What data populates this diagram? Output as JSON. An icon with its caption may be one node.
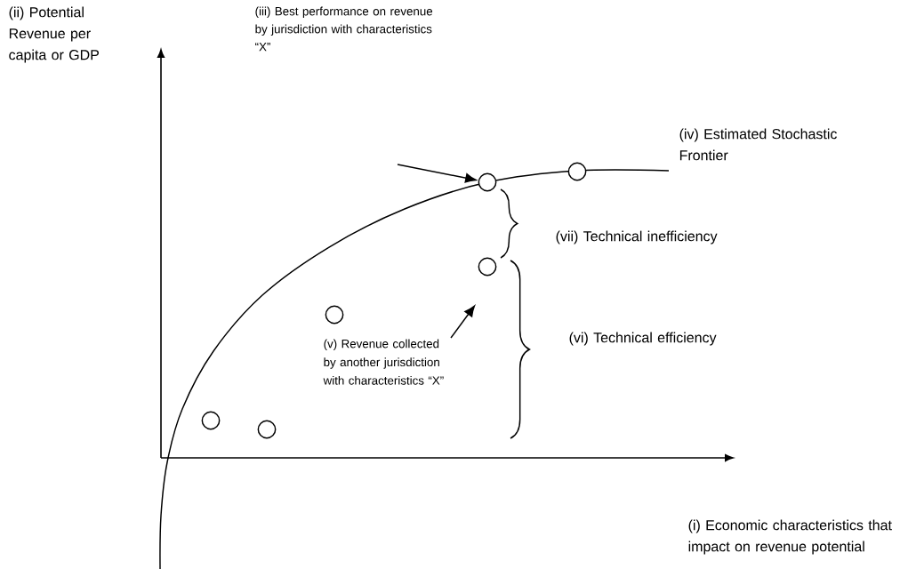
{
  "diagram": {
    "nodes": [
      {
        "text": [],
        "shape": "circle"
      },
      {
        "text": [],
        "shape": "circle"
      },
      {
        "text": [],
        "shape": "circle"
      },
      {
        "text": [],
        "shape": "circle"
      },
      {
        "text": [],
        "shape": "circle"
      },
      {
        "text": [],
        "shape": "circle"
      },
      {
        "text": [
          "(v) Revenue collected by another jurisdiction with characteristics “X”"
        ]
      }
    ],
    "edges": [
      {
        "from": null,
        "to": 3,
        "arrow": "to"
      },
      {
        "from": 6,
        "to": null,
        "arrow": "to"
      }
    ],
    "labels": [
      "(ii) Potential Revenue per capita or GDP",
      "(iii) Best performance on revenue by jurisdiction with characteristics “X”",
      "(iv) Estimated Stochastic Frontier",
      "(vii) Technical inefficiency",
      "(vi) Technical efficiency",
      "(i) Economic characteristics that impact on revenue potential"
    ]
  }
}
